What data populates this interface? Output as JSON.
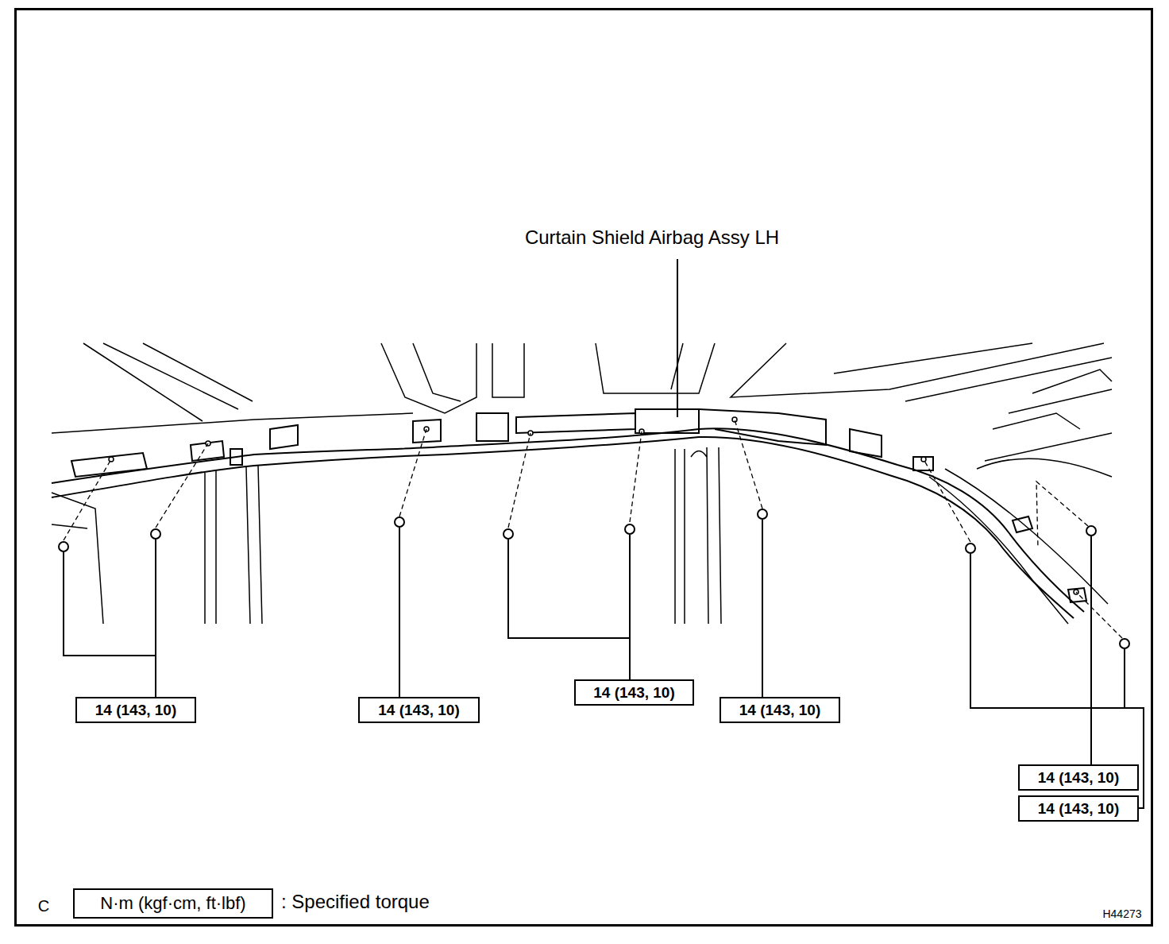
{
  "diagram": {
    "nodes": [
      {
        "text": [
          "14 (143, 10)"
        ]
      },
      {
        "text": [
          "14 (143, 10)"
        ]
      },
      {
        "text": [
          "14 (143, 10)"
        ]
      },
      {
        "text": [
          "14 (143, 10)"
        ]
      },
      {
        "text": [
          "14 (143, 10)"
        ]
      },
      {
        "text": [
          "14 (143, 10)"
        ]
      },
      {
        "text": [
          "N·m (kgf·cm, ft·lbf)"
        ]
      }
    ],
    "labels": [
      "Curtain Shield Airbag Assy LH",
      "C",
      ": Specified torque",
      "H44273"
    ]
  }
}
